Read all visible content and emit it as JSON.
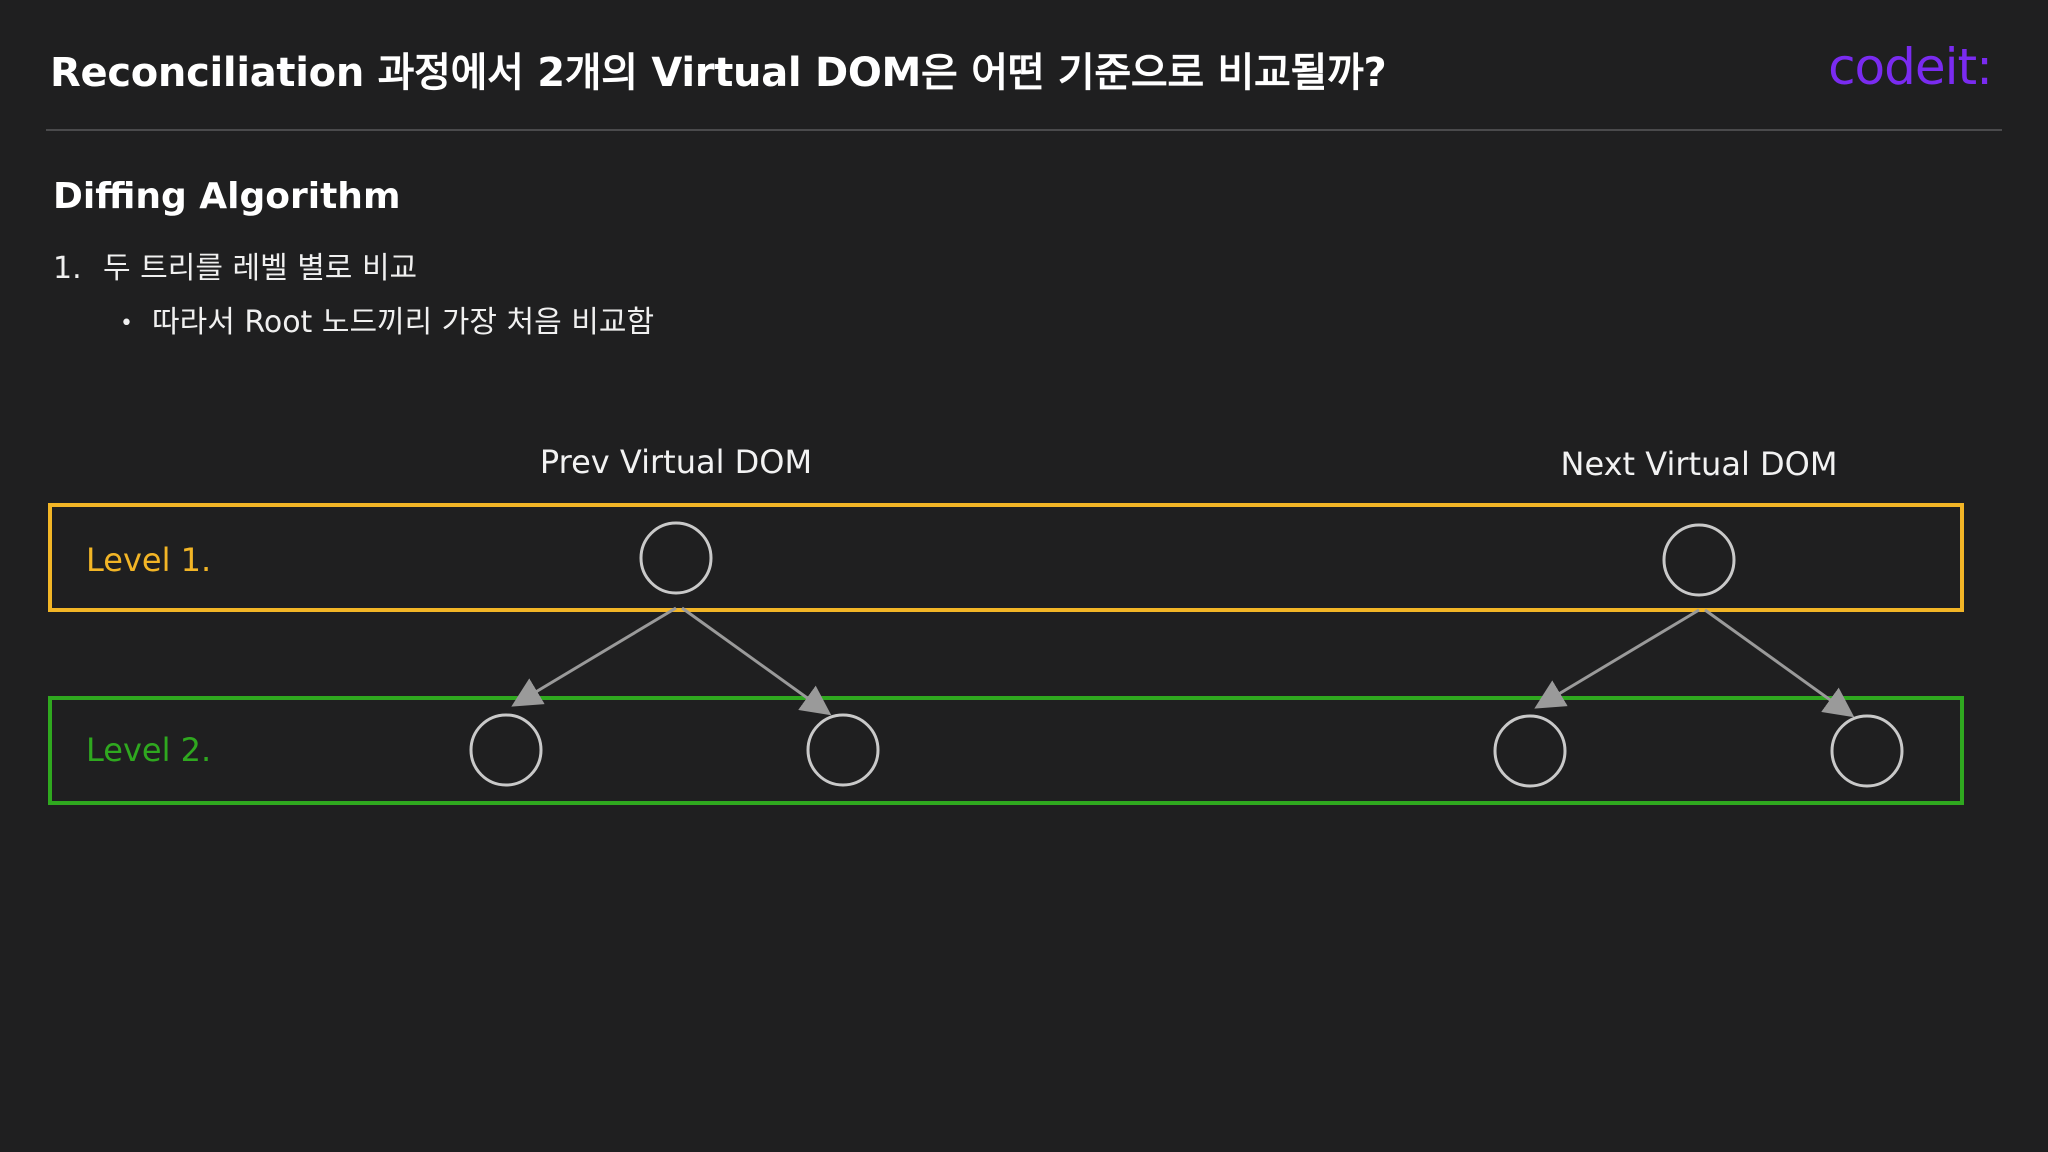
{
  "slide": {
    "title": "Reconciliation 과정에서 2개의 Virtual DOM은 어떤 기준으로 비교될까?",
    "logo_text": "codeit:"
  },
  "content": {
    "heading": "Diffing Algorithm",
    "list_number": "1.",
    "list_text": "두 트리를 레벨 별로 비교",
    "sub_bullet": "•",
    "sub_text": "따라서 Root 노드끼리 가장 처음 비교함"
  },
  "diagram": {
    "trees": [
      {
        "label": "Prev Virtual DOM"
      },
      {
        "label": "Next Virtual DOM"
      }
    ],
    "levels": [
      {
        "label": "Level 1.",
        "color": "#f2b526"
      },
      {
        "label": "Level 2.",
        "color": "#2fa81f"
      }
    ],
    "node_color": "#c9c9c9",
    "edge_color": "#9a9a9a"
  },
  "colors": {
    "background": "#1f1f20",
    "logo": "#7a2bf0"
  }
}
